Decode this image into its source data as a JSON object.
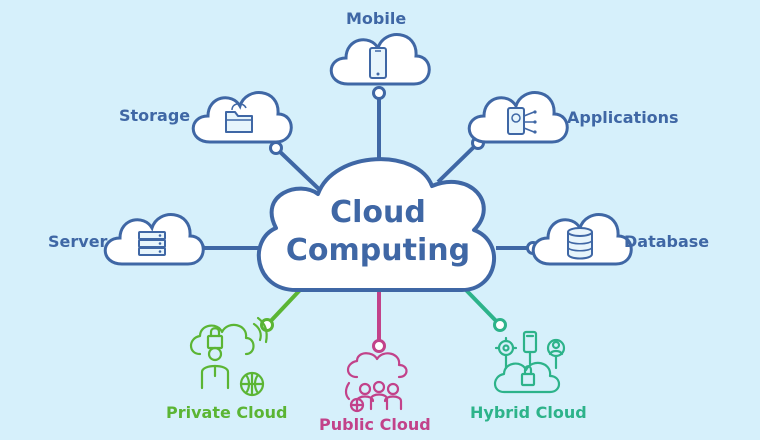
{
  "center": {
    "line1": "Cloud",
    "line2": "Computing"
  },
  "nodes": {
    "mobile": "Mobile",
    "storage": "Storage",
    "applications": "Applications",
    "server": "Server",
    "database": "Database",
    "private_cloud": "Private Cloud",
    "public_cloud": "Public Cloud",
    "hybrid_cloud": "Hybrid Cloud"
  },
  "colors": {
    "background": "#d6f0fb",
    "primary": "#3f67a5",
    "private": "#5bb534",
    "public": "#c2428a",
    "hybrid": "#2db38a"
  },
  "icons": {
    "mobile": "mobile-phone-icon",
    "storage": "folder-icon",
    "applications": "app-settings-icon",
    "server": "server-rack-icon",
    "database": "database-icon",
    "private_cloud": "private-cloud-icon",
    "public_cloud": "public-cloud-icon",
    "hybrid_cloud": "hybrid-cloud-icon"
  }
}
